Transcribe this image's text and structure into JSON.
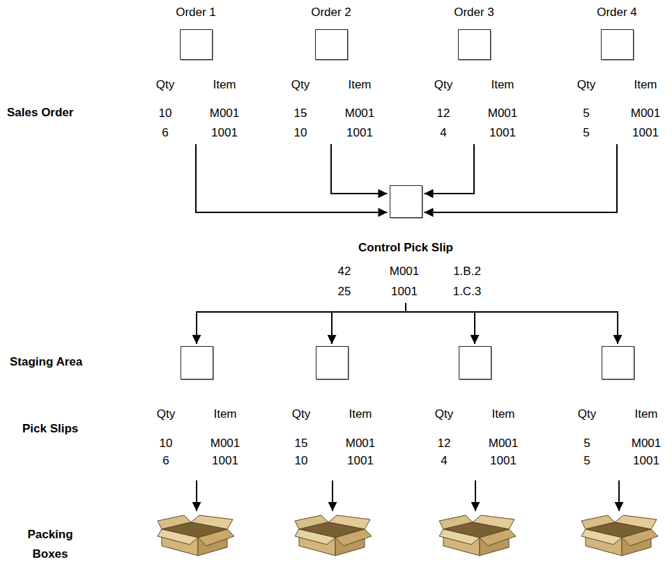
{
  "diagram": {
    "nodes": [
      {
        "text": [
          "Order 1",
          "Qty",
          "Item",
          "10",
          "M001",
          "6",
          "1001"
        ]
      },
      {
        "text": [
          "Order 2",
          "Qty",
          "Item",
          "15",
          "M001",
          "10",
          "1001"
        ]
      },
      {
        "text": [
          "Order 3",
          "Qty",
          "Item",
          "12",
          "M001",
          "4",
          "1001"
        ]
      },
      {
        "text": [
          "Order 4",
          "Qty",
          "Item",
          "5",
          "M001",
          "5",
          "1001"
        ]
      },
      {
        "text": [
          "Control Pick Slip",
          "42",
          "M001",
          "1.B.2",
          "25",
          "1001",
          "1.C.3"
        ]
      },
      {
        "text": [
          "Qty",
          "Item",
          "10",
          "M001",
          "6",
          "1001"
        ]
      },
      {
        "text": [
          "Qty",
          "Item",
          "15",
          "M001",
          "10",
          "1001"
        ]
      },
      {
        "text": [
          "Qty",
          "Item",
          "12",
          "M001",
          "4",
          "1001"
        ]
      },
      {
        "text": [
          "Qty",
          "Item",
          "5",
          "M001",
          "5",
          "1001"
        ]
      }
    ],
    "edges": [
      {
        "from": 0,
        "to": 4,
        "arrow": "to"
      },
      {
        "from": 1,
        "to": 4,
        "arrow": "to"
      },
      {
        "from": 2,
        "to": 4,
        "arrow": "to"
      },
      {
        "from": 3,
        "to": 4,
        "arrow": "to"
      },
      {
        "from": 4,
        "to": 5,
        "arrow": "to"
      },
      {
        "from": 4,
        "to": 6,
        "arrow": "to"
      },
      {
        "from": 4,
        "to": 7,
        "arrow": "to"
      },
      {
        "from": 4,
        "to": 8,
        "arrow": "to"
      }
    ],
    "labels": [
      "Sales Order",
      "Staging Area",
      "Pick Slips",
      "Packing Boxes"
    ]
  }
}
